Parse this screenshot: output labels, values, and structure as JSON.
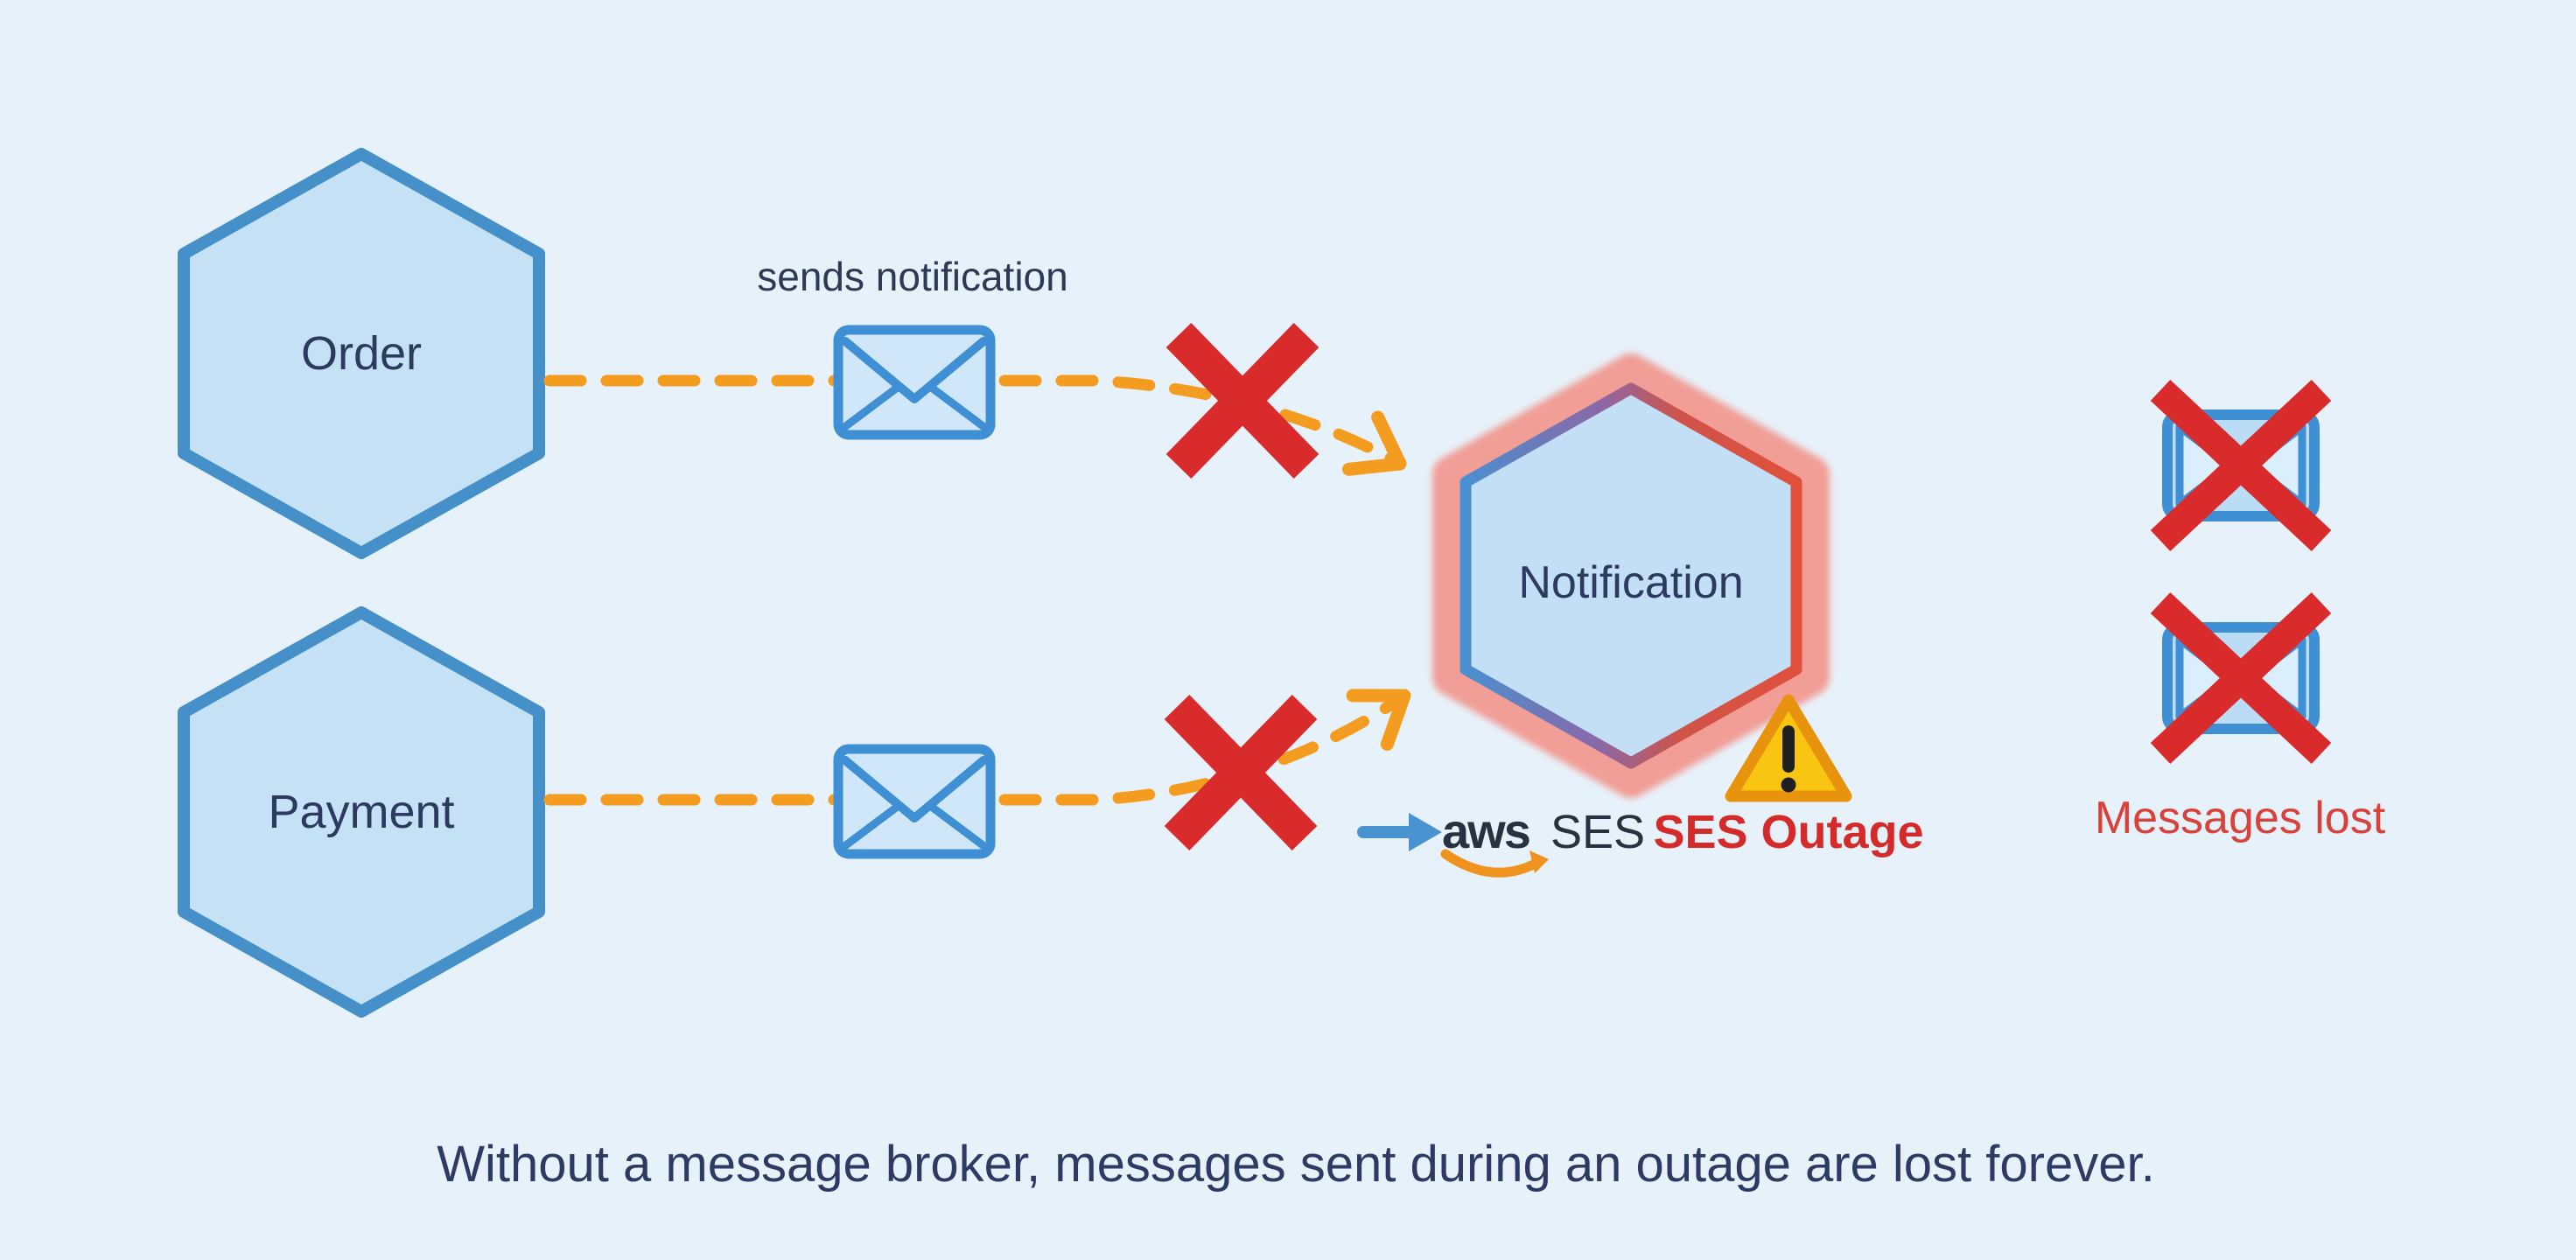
{
  "diagram_title": "SES outage message loss diagram",
  "colors": {
    "background": "#e7f1f9",
    "node_fill": "#c5e1f6",
    "node_border": "#4690c9",
    "label_navy": "#2b3a5e",
    "dash_orange": "#f39c1f",
    "cross_red": "#d92b2b",
    "glow_salmon": "#f19e96",
    "notification_border_left": "#4a8fd0",
    "notification_border_right": "#e0503c",
    "warning_yellow": "#f9c513",
    "warning_border": "#e8930d",
    "envelope_fill": "#cfe7f9",
    "envelope_border": "#3e8fd4",
    "outage_red": "#d42a2a",
    "lost_red": "#d8423a",
    "aws_navy": "#27313f",
    "aws_smile_orange": "#f0921e",
    "aws_arrow_blue": "#4a93d1",
    "caption_navy": "#2d3a64"
  },
  "nodes": {
    "order": {
      "label": "Order"
    },
    "payment": {
      "label": "Payment"
    },
    "notification": {
      "label": "Notification"
    }
  },
  "labels": {
    "sends_notification": "sends notification",
    "aws": "aws",
    "ses": "SES",
    "ses_outage": "SES Outage",
    "messages_lost": "Messages lost"
  },
  "caption": "Without a message broker, messages sent during an outage are lost forever."
}
